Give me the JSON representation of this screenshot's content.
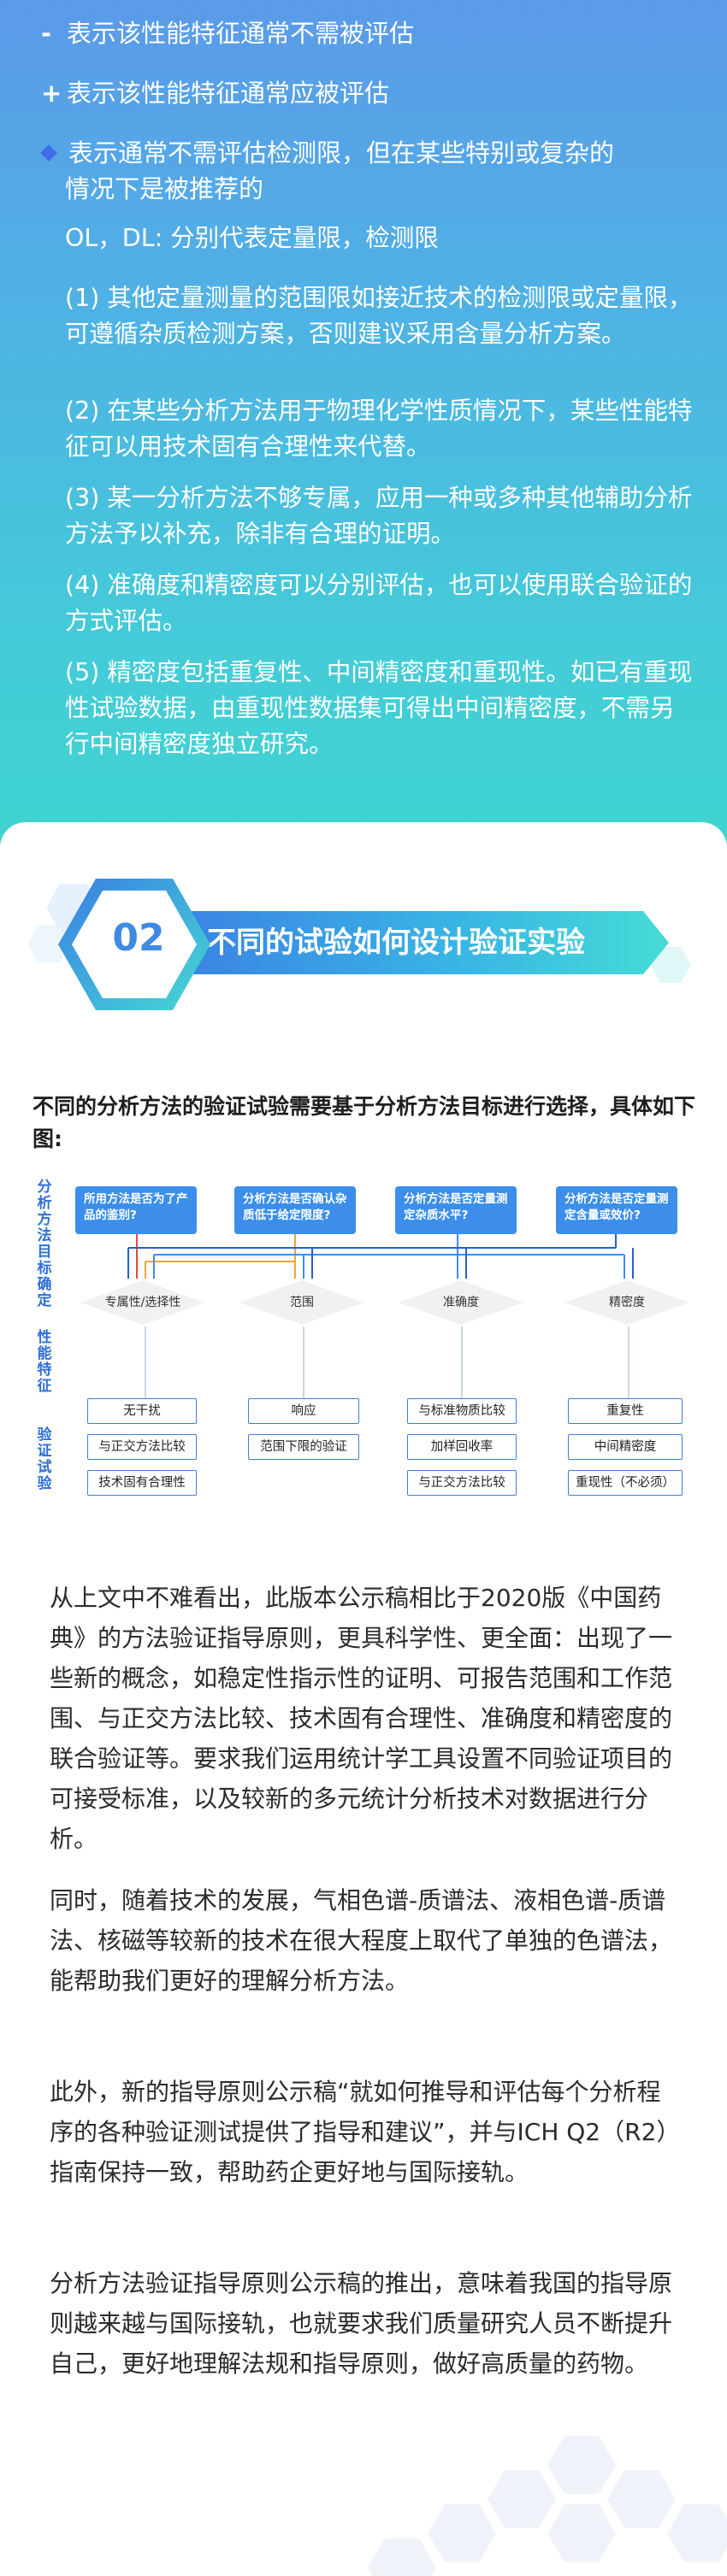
{
  "notes": {
    "minus_sym": "-",
    "minus_text": "表示该性能特征通常不需被评估",
    "plus_sym": "+",
    "plus_text": "表示该性能特征通常应被评估",
    "diamond_text_line1": "表示通常不需评估检测限，但在某些特别或复杂的",
    "diamond_text_line2": "情况下是被推荐的",
    "ol_dl": "OL，DL: 分别代表定量限，检测限",
    "p1": "(1) 其他定量测量的范围限如接近技术的检测限或定量限，可遵循杂质检测方案，否则建议采用含量分析方案。",
    "p2": "(2) 在某些分析方法用于物理化学性质情况下，某些性能特征可以用技术固有合理性来代替。",
    "p3": "(3) 某一分析方法不够专属，应用一种或多种其他辅助分析方法予以补充，除非有合理的证明。",
    "p4": "(4) 准确度和精密度可以分别评估，也可以使用联合验证的方式评估。",
    "p5": "(5) 精密度包括重复性、中间精密度和重现性。如已有重现性试验数据，由重现性数据集可得出中间精密度，不需另行中间精密度独立研究。"
  },
  "section": {
    "number": "02",
    "title": "不同的试验如何设计验证实验",
    "intro": "不同的分析方法的验证试验需要基于分析方法目标进行选择，具体如下图:"
  },
  "diagram": {
    "row_labels": [
      "分析方法目标确定",
      "性能特征",
      "验证试验"
    ],
    "questions": [
      "所用方法是否为了产品的鉴别?",
      "分析方法是否确认杂质低于给定限度?",
      "分析方法是否定量测定杂质水平?",
      "分析方法是否定量测定含量或效价?"
    ],
    "characteristics": [
      "专属性/选择性",
      "范围",
      "准确度",
      "精密度"
    ],
    "tests": [
      [
        "无干扰",
        "与正交方法比较",
        "技术固有合理性"
      ],
      [
        "响应",
        "范围下限的验证"
      ],
      [
        "与标准物质比较",
        "加样回收率",
        "与正交方法比较"
      ],
      [
        "重复性",
        "中间精密度",
        "重现性（不必须）"
      ]
    ],
    "colors": {
      "red": "#e8492f",
      "orange": "#f2a23a",
      "blue": "#3c8eea",
      "navy": "#2a5fc4"
    }
  },
  "body": {
    "p1": "从上文中不难看出，此版本公示稿相比于2020版《中国药典》的方法验证指导原则，更具科学性、更全面：出现了一些新的概念，如稳定性指示性的证明、可报告范围和工作范围、与正交方法比较、技术固有合理性、准确度和精密度的联合验证等。要求我们运用统计学工具设置不同验证项目的可接受标准，以及较新的多元统计分析技术对数据进行分析。",
    "p2": "同时，随着技术的发展，气相色谱-质谱法、液相色谱-质谱法、核磁等较新的技术在很大程度上取代了单独的色谱法，能帮助我们更好的理解分析方法。",
    "p3": "此外，新的指导原则公示稿“就如何推导和评估每个分析程序的各种验证测试提供了指导和建议”，并与ICH Q2（R2）指南保持一致，帮助药企更好地与国际接轨。",
    "p4": "分析方法验证指导原则公示稿的推出，意味着我国的指导原则越来越与国际接轨，也就要求我们质量研究人员不断提升自己，更好地理解法规和指导原则，做好高质量的药物。"
  }
}
